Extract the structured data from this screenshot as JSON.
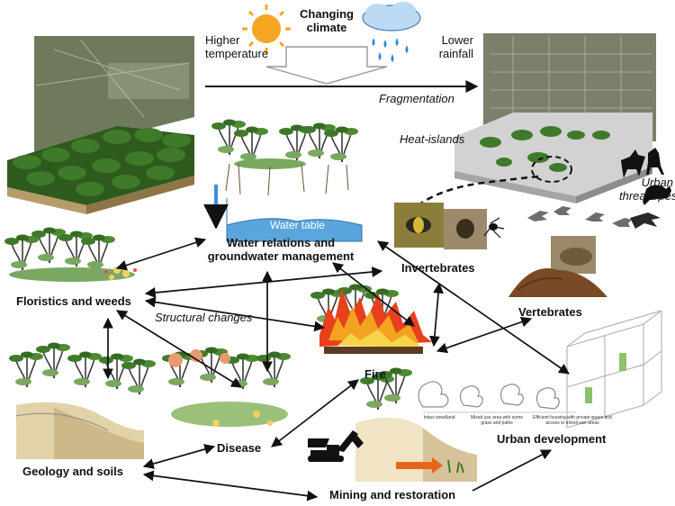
{
  "climate": {
    "title": "Changing climate",
    "higher_temperature": "Higher temperature",
    "lower_rainfall": "Lower rainfall"
  },
  "landscape": {
    "fragmentation": "Fragmentation",
    "heat_islands": "Heat-islands",
    "urban_threats": "Urban threats/pests"
  },
  "nodes": {
    "water_table": "Water table",
    "water_relations": "Water relations and groundwater management",
    "floristics": "Floristics and weeds",
    "structural_changes": "Structural changes",
    "invertebrates": "Invertebrates",
    "vertebrates": "Vertebrates",
    "fire": "Fire",
    "disease": "Disease",
    "geology": "Geology and soils",
    "mining": "Mining and restoration",
    "urban_development": "Urban development"
  },
  "urban_panel_captions": {
    "intact": "Intact woodland",
    "mixed": "Mixed use area with some grass and paths",
    "housing": "Efficient housing with private space and access to mixed-use areas"
  },
  "colors": {
    "sun": "#f5a623",
    "cloud": "#9ec9ec",
    "rain": "#2f86d6",
    "water": "#5aa6dc",
    "fire": "#e8401c",
    "shrub": "#3f7a2a",
    "soil": "#a8793e",
    "satellite": "#6b7258"
  }
}
